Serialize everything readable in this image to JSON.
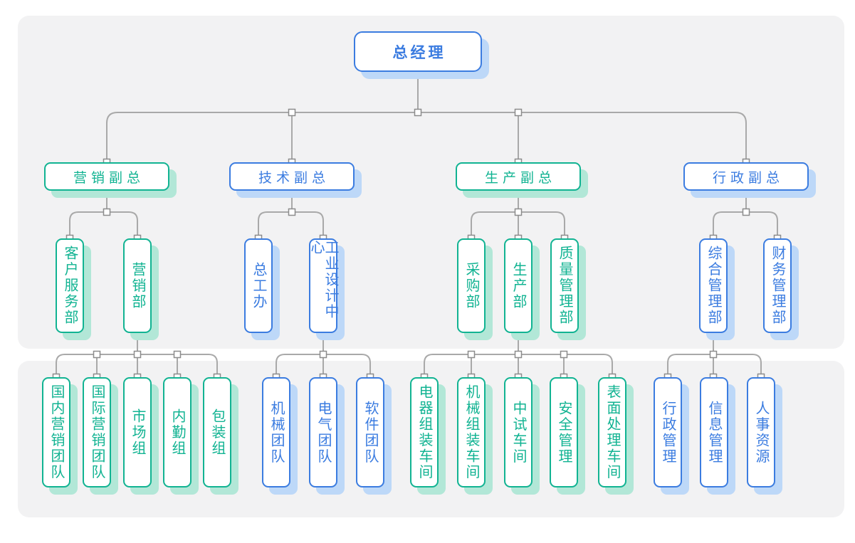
{
  "colors": {
    "blue": "#3b7ce0",
    "blue_shadow": "#bdd8f8",
    "green": "#11b392",
    "green_shadow": "#b2e7d7",
    "connector_line": "#a9a9a9",
    "handle_fill": "#ffffff",
    "handle_border": "#8c8c8c",
    "panel_background": "#f2f2f3",
    "node_background": "#ffffff"
  },
  "tree": {
    "root": {
      "label": "总经理",
      "color": "blue"
    },
    "branches": [
      {
        "label": "营销副总",
        "color": "green",
        "children": [
          {
            "label": "客户服务部",
            "color": "green"
          },
          {
            "label": "营销部",
            "color": "green",
            "children": [
              {
                "label": "国内营销团队",
                "color": "green"
              },
              {
                "label": "国际营销团队",
                "color": "green"
              },
              {
                "label": "市场组",
                "color": "green"
              },
              {
                "label": "内勤组",
                "color": "green"
              },
              {
                "label": "包装组",
                "color": "green"
              }
            ]
          }
        ]
      },
      {
        "label": "技术副总",
        "color": "blue",
        "children": [
          {
            "label": "总工办",
            "color": "blue"
          },
          {
            "label": "工业设计中心",
            "color": "blue",
            "children": [
              {
                "label": "机械团队",
                "color": "blue"
              },
              {
                "label": "电气团队",
                "color": "blue"
              },
              {
                "label": "软件团队",
                "color": "blue"
              }
            ]
          }
        ]
      },
      {
        "label": "生产副总",
        "color": "green",
        "children": [
          {
            "label": "采购部",
            "color": "green"
          },
          {
            "label": "生产部",
            "color": "green",
            "children": [
              {
                "label": "电器组装车间",
                "color": "green"
              },
              {
                "label": "机械组装车间",
                "color": "green"
              },
              {
                "label": "中试车间",
                "color": "green"
              },
              {
                "label": "安全管理",
                "color": "green"
              },
              {
                "label": "表面处理车间",
                "color": "green"
              }
            ]
          },
          {
            "label": "质量管理部",
            "color": "green"
          }
        ]
      },
      {
        "label": "行政副总",
        "color": "blue",
        "children": [
          {
            "label": "综合管理部",
            "color": "blue",
            "children": [
              {
                "label": "行政管理",
                "color": "blue"
              },
              {
                "label": "信息管理",
                "color": "blue"
              },
              {
                "label": "人事资源",
                "color": "blue"
              }
            ]
          },
          {
            "label": "财务管理部",
            "color": "blue"
          }
        ]
      }
    ]
  }
}
